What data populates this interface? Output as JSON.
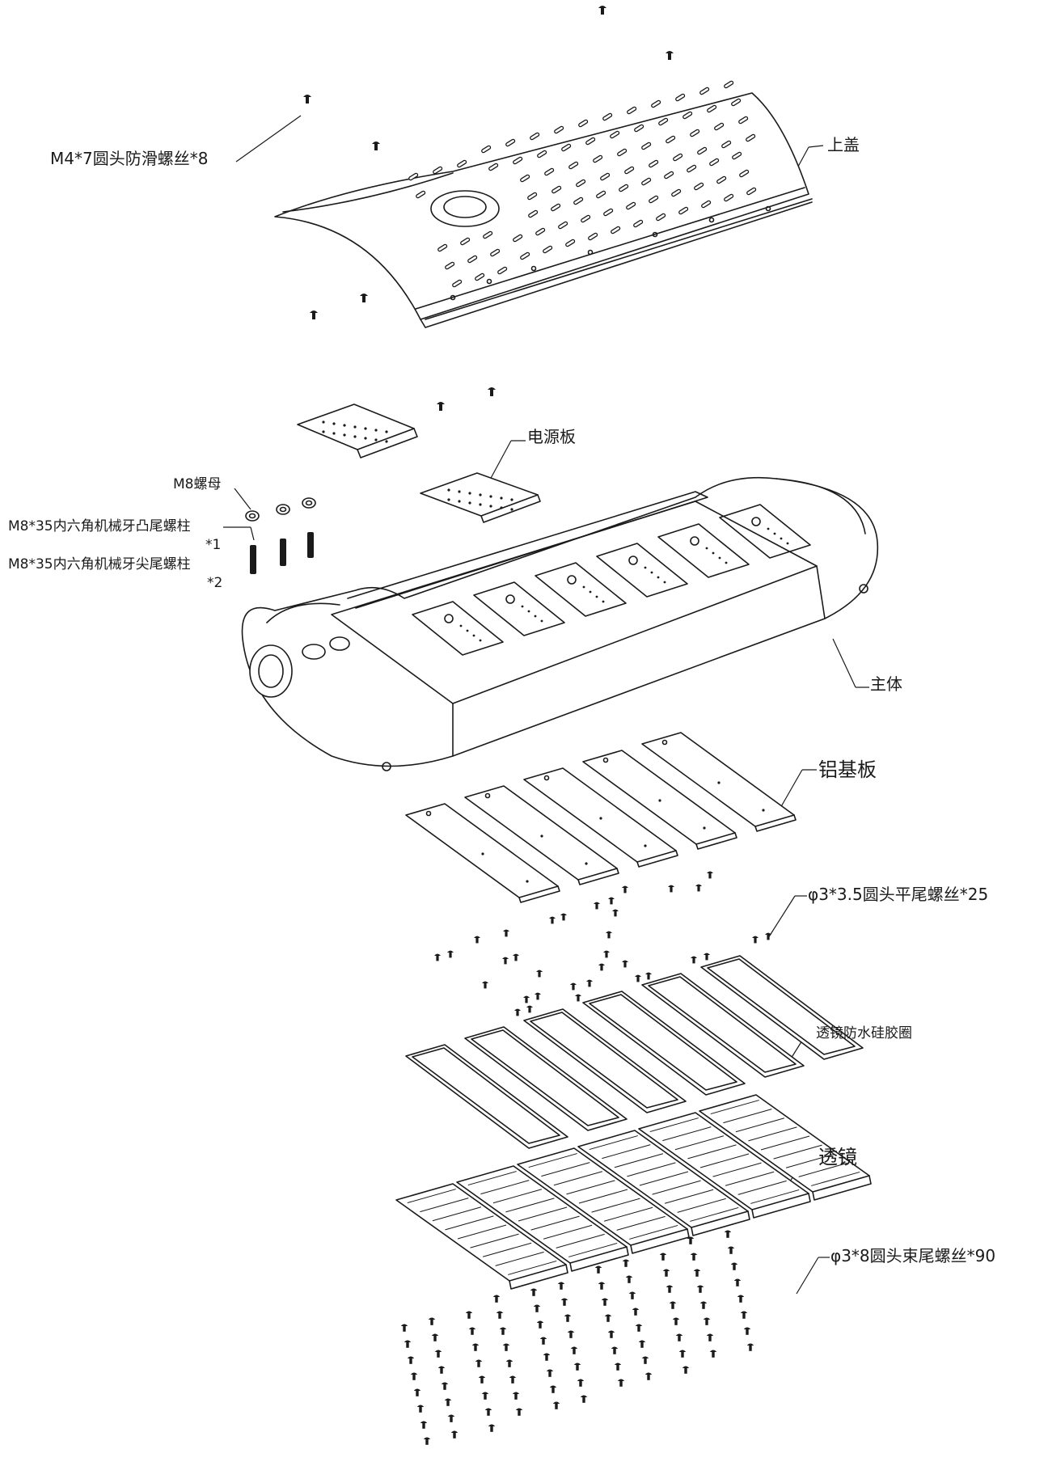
{
  "labels": {
    "screw_top": "M4*7圆头防滑螺丝*8",
    "top_cover": "上盖",
    "power_board": "电源板",
    "m8_nut": "M8螺母",
    "stud_convex": "M8*35内六角机械牙凸尾螺柱",
    "stud_convex_qty": "*1",
    "stud_point": "M8*35内六角机械牙尖尾螺柱",
    "stud_point_qty": "*2",
    "main_body": "主体",
    "aluminum_plate": "铝基板",
    "screw_flat": "φ3*3.5圆头平尾螺丝*25",
    "lens_seal": "透镜防水硅胶圈",
    "lens": "透镜",
    "screw_tail": "φ3*8圆头束尾螺丝*90"
  }
}
